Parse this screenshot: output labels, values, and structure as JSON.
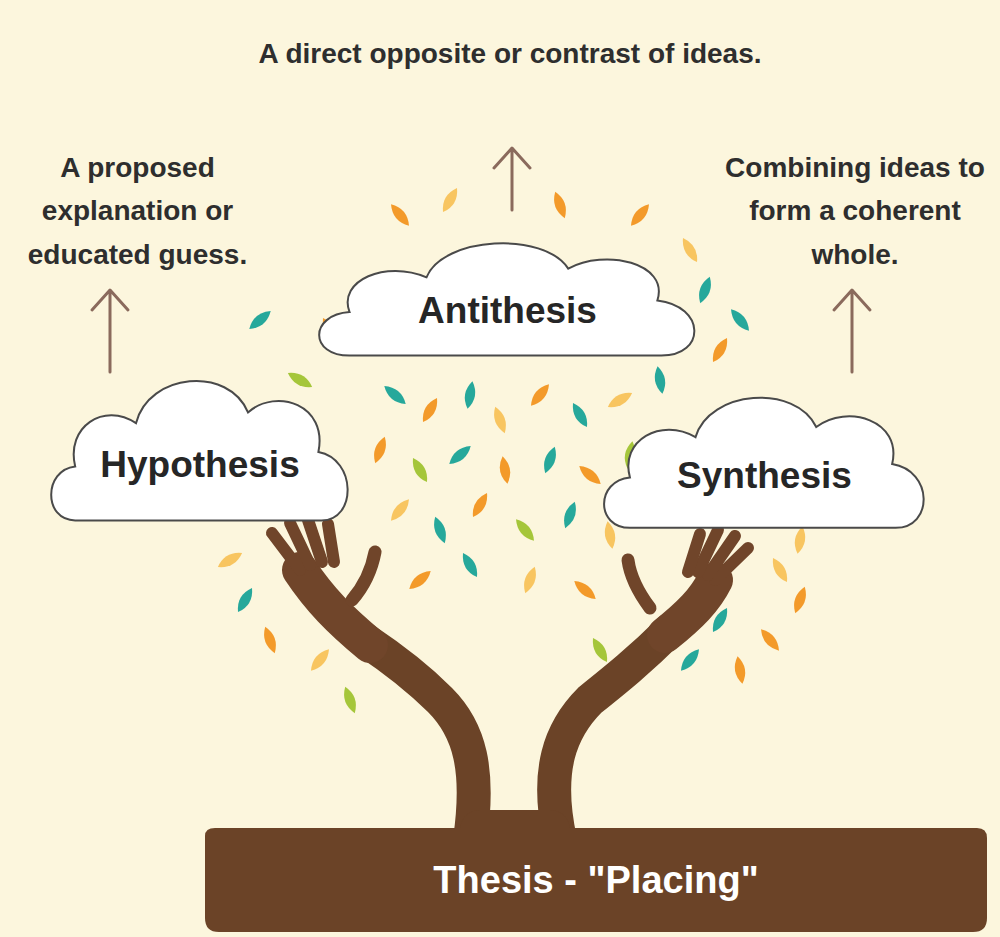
{
  "diagram": {
    "nodes": [
      {
        "text": [
          "Hypothesis"
        ]
      },
      {
        "text": [
          "Antithesis"
        ]
      },
      {
        "text": [
          "Synthesis"
        ]
      },
      {
        "text": [
          "Thesis - \"Placing\""
        ]
      }
    ],
    "labels": [
      "A direct opposite or contrast of ideas.",
      "A proposed explanation or educated guess.",
      "Combining ideas to form a coherent whole."
    ]
  }
}
